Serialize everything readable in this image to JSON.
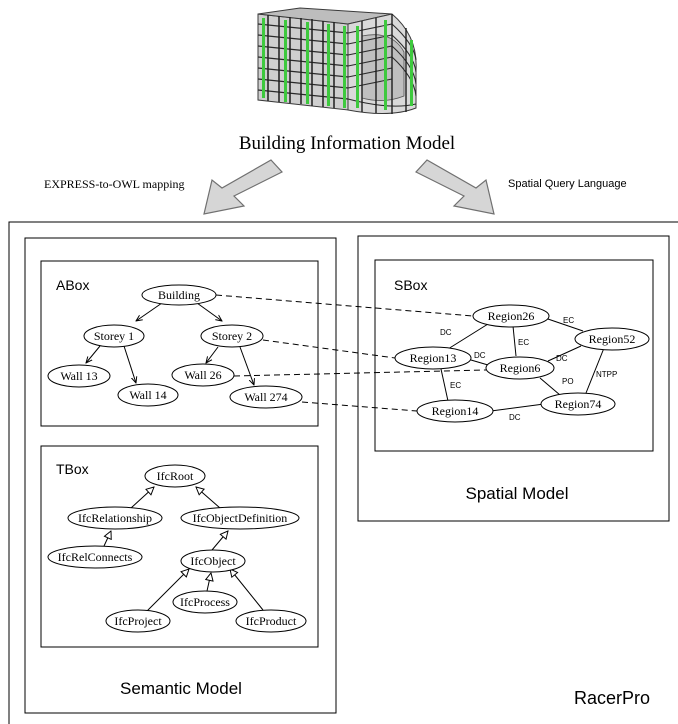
{
  "header": {
    "title": "Building Information Model",
    "left_arrow_label": "EXPRESS-to-OWL mapping",
    "right_arrow_label": "Spatial Query Language"
  },
  "racerpro": {
    "label": "RacerPro"
  },
  "semantic_model": {
    "label": "Semantic Model",
    "abox": {
      "label": "ABox",
      "nodes": {
        "building": "Building",
        "storey1": "Storey 1",
        "storey2": "Storey 2",
        "wall13": "Wall 13",
        "wall14": "Wall 14",
        "wall26": "Wall 26",
        "wall274": "Wall 274"
      }
    },
    "tbox": {
      "label": "TBox",
      "nodes": {
        "ifcroot": "IfcRoot",
        "ifcrelationship": "IfcRelationship",
        "ifcobjectdefinition": "IfcObjectDefinition",
        "ifcrelconnects": "IfcRelConnects",
        "ifcobject": "IfcObject",
        "ifcprocess": "IfcProcess",
        "ifcproject": "IfcProject",
        "ifcproduct": "IfcProduct"
      }
    }
  },
  "spatial_model": {
    "label": "Spatial Model",
    "sbox": {
      "label": "SBox",
      "nodes": {
        "region26": "Region26",
        "region13": "Region13",
        "region6": "Region6",
        "region52": "Region52",
        "region14": "Region14",
        "region74": "Region74"
      },
      "edges": {
        "e26_13": "DC",
        "e26_6": "EC",
        "e26_52": "EC",
        "e13_6": "DC",
        "e13_14": "EC",
        "e6_52": "DC",
        "e6_74": "PO",
        "e52_74": "NTPP",
        "e14_74": "DC"
      }
    }
  },
  "colors": {
    "ink": "#000000",
    "arrow_fill": "#d6d6d6",
    "arrow_stroke": "#707070",
    "building_green": "#3ec93e",
    "building_frame": "#3a3a3a",
    "building_slab": "#cfcfcf"
  }
}
